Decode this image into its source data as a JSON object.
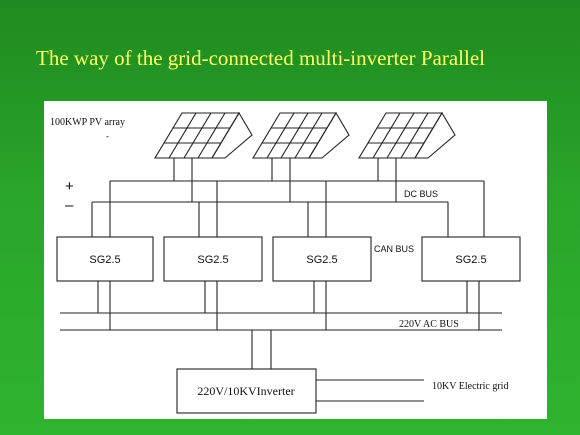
{
  "slide": {
    "title": "The way of the grid-connected multi-inverter Parallel",
    "background_color": "#2aa52a",
    "title_color": "#ffff66"
  },
  "diagram": {
    "pv_array_label": "100KWP PV array",
    "plus_sign": "+",
    "minus_sign": "–",
    "dc_bus_label": "DC BUS",
    "can_bus_label": "CAN BUS",
    "ac_bus_label": "220V AC BUS",
    "inverters": [
      "SG2.5",
      "SG2.5",
      "SG2.5",
      "SG2.5"
    ],
    "main_inverter_label": "220V/10KVInverter",
    "grid_label": "10KV Electric grid",
    "solar_panel_count": 3
  }
}
